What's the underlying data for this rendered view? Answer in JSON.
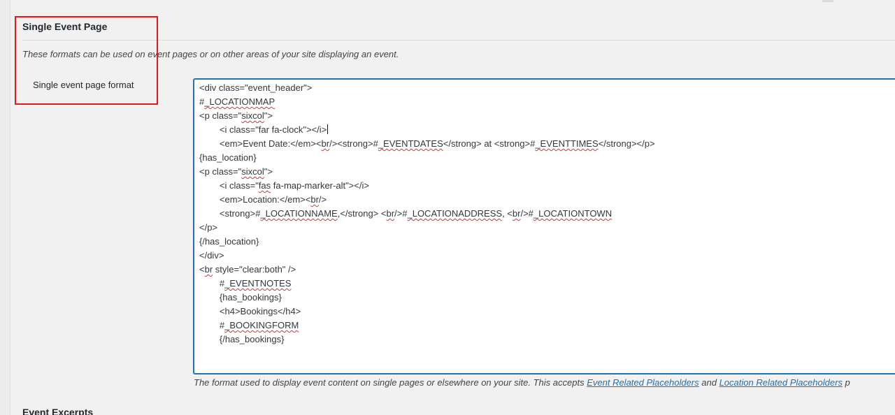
{
  "section": {
    "title": "Single Event Page",
    "description": "These formats can be used on event pages or on other areas of your site displaying an event."
  },
  "field": {
    "label": "Single event page format"
  },
  "editor": {
    "lines": [
      "<div class=\"event_header\">",
      "#_LOCATIONMAP",
      "<p class=\"sixcol\">",
      "        <i class=\"far fa-clock\"></i>",
      "        <em>Event Date:</em><br/><strong>#_EVENTDATES</strong> at <strong>#_EVENTTIMES</strong></p>",
      "{has_location}",
      "<p class=\"sixcol\">",
      "        <i class=\"fas fa-map-marker-alt\"></i>",
      "        <em>Location:</em><br/>",
      "        <strong>#_LOCATIONNAME,</strong> <br/>#_LOCATIONADDRESS, <br/>#_LOCATIONTOWN",
      "</p>",
      "{/has_location}",
      "</div>",
      "<br style=\"clear:both\" />",
      "        #_EVENTNOTES",
      "        {has_bookings}",
      "        <h4>Bookings</h4>",
      "        #_BOOKINGFORM",
      "        {/has_bookings}"
    ]
  },
  "help": {
    "before": "The format used to display event content on single pages or elsewhere on your site. This accepts ",
    "link1": "Event Related Placeholders",
    "middle": " and ",
    "link2": "Location Related Placeholders",
    "after": " p"
  },
  "next_section": {
    "title": "Event Excerpts"
  },
  "colors": {
    "accent": "#2271b1",
    "highlight": "#e8171b",
    "spellcheck": "#d63638"
  }
}
